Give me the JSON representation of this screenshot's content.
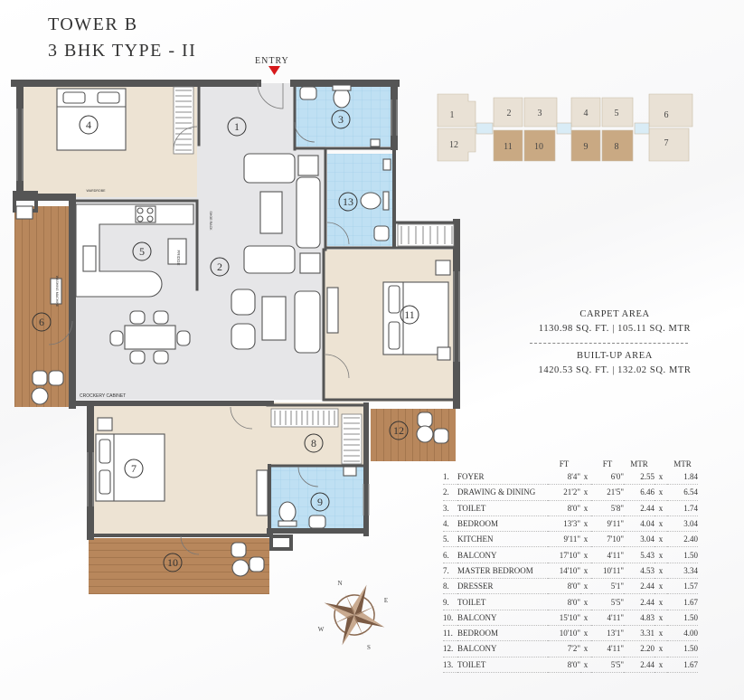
{
  "title": {
    "line1": "TOWER B",
    "line2": "3 BHK TYPE - II"
  },
  "entry_label": "ENTRY",
  "room_markers": [
    "1",
    "2",
    "3",
    "4",
    "5",
    "6",
    "7",
    "8",
    "9",
    "10",
    "11",
    "12",
    "13"
  ],
  "fixture_labels": {
    "fridge": "FRIDGE",
    "crockery": "CROCKERY CABINET",
    "washing": "WASHING MACHINE",
    "shoe": "SHOE RACK",
    "wardrobe": "WARDROBE"
  },
  "key_plan_units": [
    "1",
    "2",
    "3",
    "4",
    "5",
    "6",
    "12",
    "11",
    "10",
    "9",
    "8",
    "7"
  ],
  "areas": {
    "carpet_heading": "CARPET AREA",
    "carpet_value": "1130.98 SQ. FT. | 105.11 SQ. MTR",
    "builtup_heading": "BUILT-UP AREA",
    "builtup_value": "1420.53 SQ. FT. | 132.02 SQ. MTR"
  },
  "table_headers": {
    "ft1": "FT",
    "ft2": "FT",
    "m1": "MTR",
    "m2": "MTR"
  },
  "rooms": [
    {
      "no": "1.",
      "name": "FOYER",
      "ft_a": "8'4\"",
      "ft_b": "6'0\"",
      "m_a": "2.55",
      "m_b": "1.84"
    },
    {
      "no": "2.",
      "name": "DRAWING & DINING",
      "ft_a": "21'2\"",
      "ft_b": "21'5\"",
      "m_a": "6.46",
      "m_b": "6.54"
    },
    {
      "no": "3.",
      "name": "TOILET",
      "ft_a": "8'0\"",
      "ft_b": "5'8\"",
      "m_a": "2.44",
      "m_b": "1.74"
    },
    {
      "no": "4.",
      "name": "BEDROOM",
      "ft_a": "13'3\"",
      "ft_b": "9'11\"",
      "m_a": "4.04",
      "m_b": "3.04"
    },
    {
      "no": "5.",
      "name": "KITCHEN",
      "ft_a": "9'11\"",
      "ft_b": "7'10\"",
      "m_a": "3.04",
      "m_b": "2.40"
    },
    {
      "no": "6.",
      "name": "BALCONY",
      "ft_a": "17'10\"",
      "ft_b": "4'11\"",
      "m_a": "5.43",
      "m_b": "1.50"
    },
    {
      "no": "7.",
      "name": "MASTER BEDROOM",
      "ft_a": "14'10\"",
      "ft_b": "10'11\"",
      "m_a": "4.53",
      "m_b": "3.34"
    },
    {
      "no": "8.",
      "name": "DRESSER",
      "ft_a": "8'0\"",
      "ft_b": "5'1\"",
      "m_a": "2.44",
      "m_b": "1.57"
    },
    {
      "no": "9.",
      "name": "TOILET",
      "ft_a": "8'0\"",
      "ft_b": "5'5\"",
      "m_a": "2.44",
      "m_b": "1.67"
    },
    {
      "no": "10.",
      "name": "BALCONY",
      "ft_a": "15'10\"",
      "ft_b": "4'11\"",
      "m_a": "4.83",
      "m_b": "1.50"
    },
    {
      "no": "11.",
      "name": "BEDROOM",
      "ft_a": "10'10\"",
      "ft_b": "13'1\"",
      "m_a": "3.31",
      "m_b": "4.00"
    },
    {
      "no": "12.",
      "name": "BALCONY",
      "ft_a": "7'2\"",
      "ft_b": "4'11\"",
      "m_a": "2.20",
      "m_b": "1.50"
    },
    {
      "no": "13.",
      "name": "TOILET",
      "ft_a": "8'0\"",
      "ft_b": "5'5\"",
      "m_a": "2.44",
      "m_b": "1.67"
    }
  ],
  "compass": {
    "n": "N",
    "e": "E",
    "s": "S",
    "w": "W"
  },
  "colors": {
    "wall": "#555555",
    "floor": "#e6e6e8",
    "bedroom": "#ede3d3",
    "toilet": "#bfe0f3",
    "wood": "#b8875c",
    "key_highlight": "#c9a983",
    "key_base": "#e9e1d5"
  }
}
